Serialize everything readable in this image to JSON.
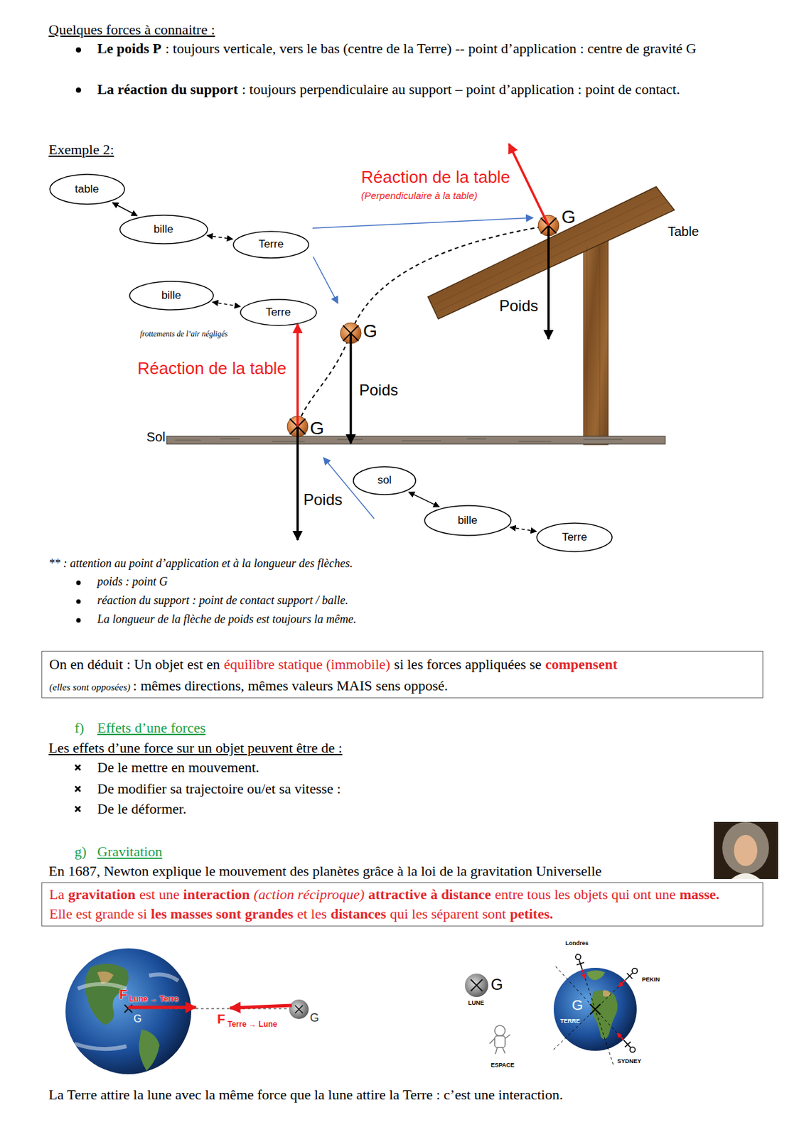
{
  "diagram": {
    "nodes": [
      {
        "text": [
          "table"
        ]
      },
      {
        "text": [
          "bille"
        ]
      },
      {
        "text": [
          "Terre"
        ]
      },
      {
        "text": [
          "bille"
        ]
      },
      {
        "text": [
          "Terre"
        ]
      },
      {
        "text": [
          "sol"
        ]
      },
      {
        "text": [
          "bille"
        ]
      },
      {
        "text": [
          "Terre"
        ]
      },
      {
        "text": [
          "On en déduit : Un objet est en",
          "équilibre statique (immobile)",
          "si les forces appliquées se",
          "compensent",
          "(elles sont opposées)",
          ": mêmes directions, mêmes valeurs MAIS sens opposé."
        ]
      },
      {
        "text": [
          "La",
          "gravitation",
          "est une",
          "interaction",
          "(action réciproque)",
          "attractive à distance",
          "entre tous les objets qui ont une",
          "masse.",
          "Elle est grande si",
          "les masses sont grandes",
          "et les",
          "distances",
          "qui les séparent sont",
          "petites."
        ]
      }
    ],
    "edges": [
      {
        "from": 0,
        "to": 1,
        "arrow": "both"
      },
      {
        "from": 1,
        "to": 2,
        "arrow": "both"
      },
      {
        "from": 3,
        "to": 4,
        "arrow": "both"
      },
      {
        "from": 5,
        "to": 6,
        "arrow": "both"
      },
      {
        "from": 6,
        "to": 7,
        "arrow": "both"
      }
    ],
    "labels": [
      "Quelques forces à connaitre :",
      "Le poids P",
      ": toujours verticale, vers le bas (centre de la Terre) -- point d’application : centre de gravité G",
      "La réaction du support",
      ": toujours perpendiculaire au support – point d’application : point de contact.",
      "Exemple 2:",
      "Réaction de la table",
      "(Perpendiculaire à la table)",
      "G",
      "Table",
      "Poids",
      "frottements de l’air négligés",
      "G",
      "Réaction de la table",
      "Poids",
      "Sol",
      "G",
      "Poids",
      "** : attention au point d’application et à la longueur des flèches.",
      "poids : point G",
      "réaction du support : point de contact support / balle.",
      "La longueur de la flèche de poids est toujours la même.",
      "f)",
      "Effets d’une forces",
      "Les effets d’une force sur un objet peuvent être de :",
      "De le mettre en mouvement.",
      "De modifier sa trajectoire ou/et sa vitesse :",
      "De le déformer.",
      "g)",
      "Gravitation",
      "En 1687, Newton explique le mouvement des planètes grâce à la loi de la gravitation Universelle",
      "F",
      "Lune → Terre",
      "G",
      "F",
      "Terre → Lune",
      "G",
      "G",
      "LUNE",
      "ESPACE",
      "Londres",
      "PEKIN",
      "G",
      "TERRE",
      "SYDNEY",
      "La Terre attire la lune avec la même force que la lune attire la Terre : c’est une interaction."
    ]
  }
}
